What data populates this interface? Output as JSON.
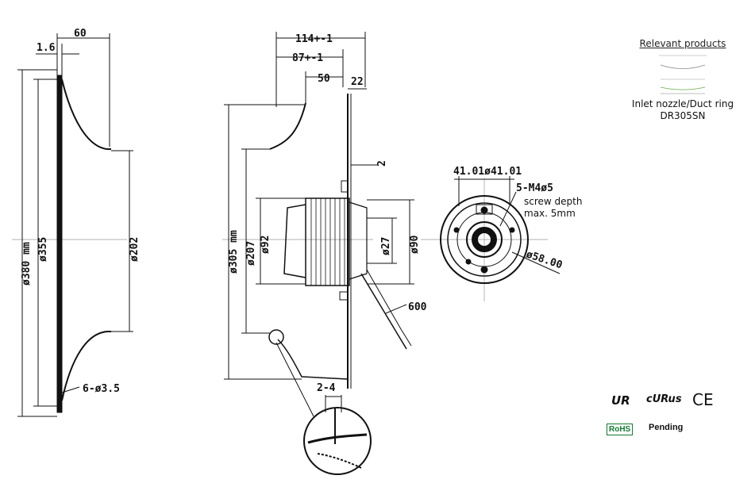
{
  "left_view": {
    "dim_thickness": "1.6",
    "dim_depth": "60",
    "dim_outer_diameter": "ø380 mm",
    "dim_flange_diameter": "ø355",
    "dim_inner_diameter": "ø202",
    "dim_holes": "6-ø3.5"
  },
  "side_view": {
    "dim_overall_length": "114+-1",
    "dim_length_2": "87+-1",
    "dim_50": "50",
    "dim_22": "22",
    "dim_2": "2",
    "dim_impeller_diameter": "ø305 mm",
    "dim_207": "ø207",
    "dim_92": "ø92",
    "dim_27": "ø27",
    "dim_90": "ø90",
    "dim_cable": "600",
    "dim_gap": "2-4"
  },
  "front_view": {
    "dim_screw_spacing": "41.01ø41.01",
    "dim_screws": "5-M4ø5",
    "screw_note_1": "screw depth",
    "screw_note_2": "max. 5mm",
    "dim_hub": "ø58.00"
  },
  "related": {
    "heading": "Relevant products",
    "caption_1": "Inlet nozzle/Duct ring",
    "caption_2": "DR305SN"
  },
  "certifications": {
    "ur": "UR",
    "cur": "cURus",
    "ce": "CE",
    "rohs": "RoHS",
    "pending": "Pending"
  }
}
